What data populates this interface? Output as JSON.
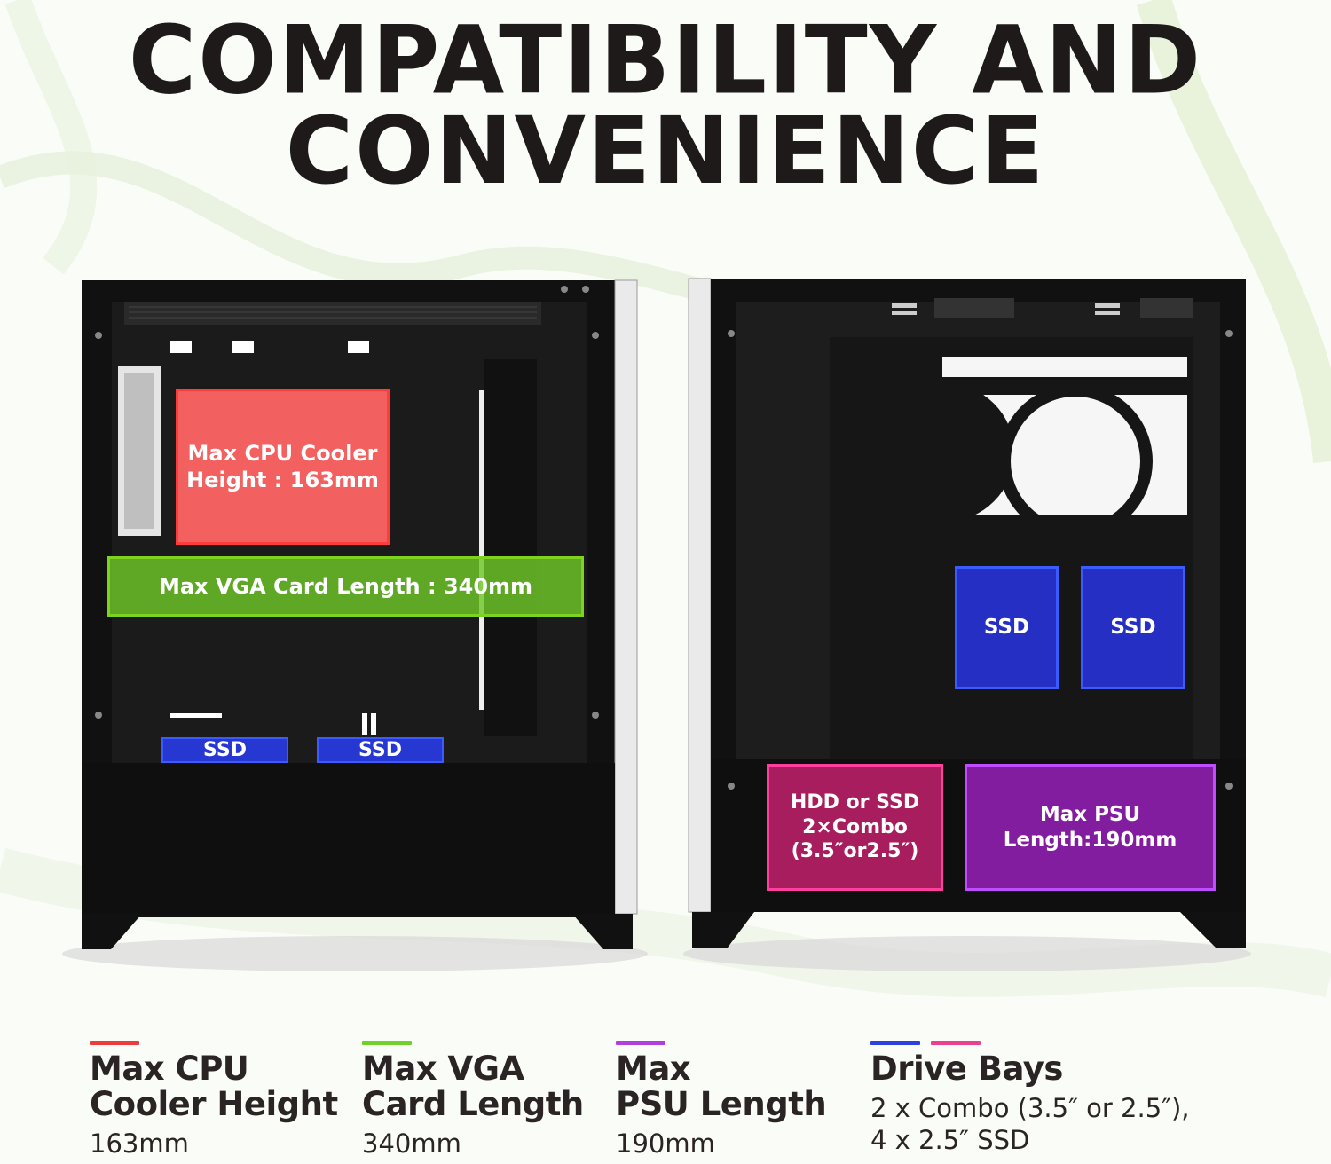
{
  "headline": {
    "line1": "COMPATIBILITY AND",
    "line2": "CONVENIENCE"
  },
  "overlays": {
    "cpu": "Max CPU Cooler\nHeight : 163mm",
    "vga": "Max VGA Card Length : 340mm",
    "ssd_left_1": "SSD",
    "ssd_left_2": "SSD",
    "ssd_right_1": "SSD",
    "ssd_right_2": "SSD",
    "hdd": "HDD or SSD\n2×Combo\n(3.5″or2.5″)",
    "psu": "Max PSU\nLength:190mm"
  },
  "specs": [
    {
      "title": "Max CPU\nCooler Height",
      "value": "163mm",
      "colors": [
        "#ee3b3b"
      ]
    },
    {
      "title": "Max VGA\nCard Length",
      "value": "340mm",
      "colors": [
        "#6fd12a"
      ]
    },
    {
      "title": "Max\nPSU Length",
      "value": "190mm",
      "colors": [
        "#b13fe0"
      ]
    },
    {
      "title": "Drive Bays",
      "value": "2 x Combo (3.5″ or 2.5″),\n4 x 2.5″ SSD",
      "colors": [
        "#2c3fe0",
        "#ee3f8f"
      ]
    }
  ]
}
